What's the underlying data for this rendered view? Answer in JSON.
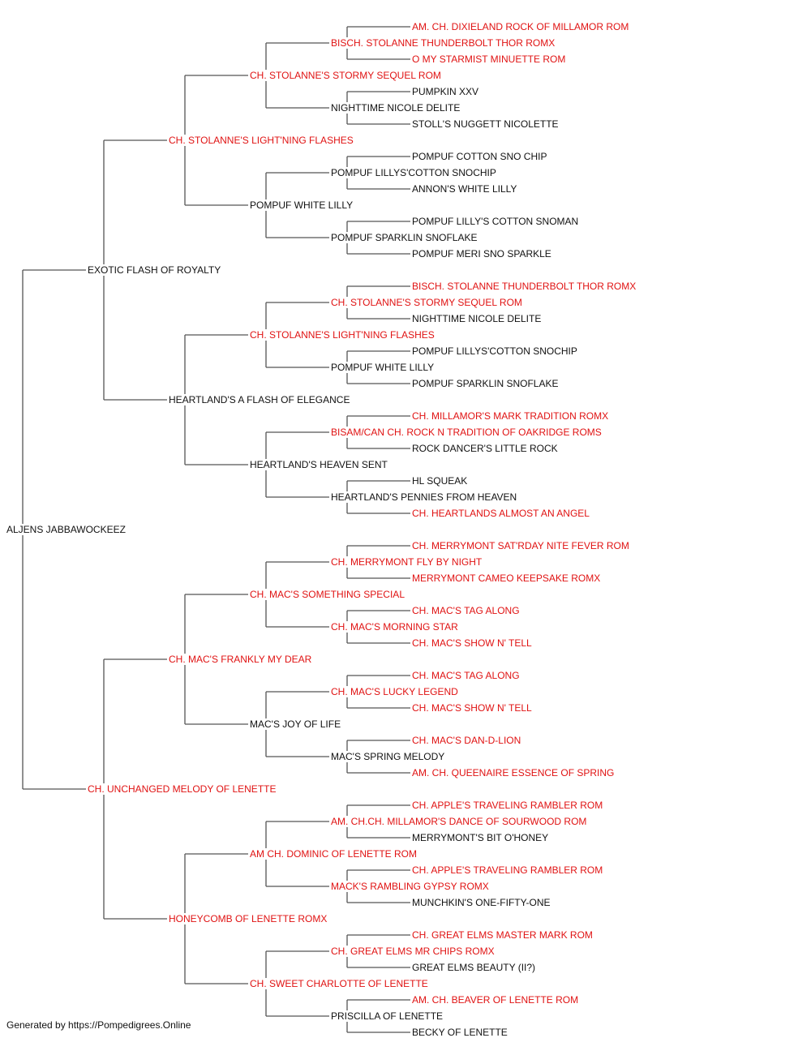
{
  "colors": {
    "champion": "#e01212",
    "normal": "#111111",
    "line": "#555555"
  },
  "pedigree": {
    "subject": {
      "name": "ALJENS JABBAWOCKEEZ",
      "champ": false
    },
    "generations": [
      [
        {
          "name": "EXOTIC FLASH OF ROYALTY",
          "champ": false
        },
        {
          "name": "CH. UNCHANGED MELODY OF LENETTE",
          "champ": true
        }
      ],
      [
        {
          "name": "CH. STOLANNE'S LIGHT'NING FLASHES",
          "champ": true
        },
        {
          "name": "HEARTLAND'S A FLASH OF ELEGANCE",
          "champ": false
        },
        {
          "name": "CH. MAC'S FRANKLY MY DEAR",
          "champ": true
        },
        {
          "name": "HONEYCOMB OF LENETTE ROMX",
          "champ": true
        }
      ],
      [
        {
          "name": "CH. STOLANNE'S STORMY SEQUEL ROM",
          "champ": true
        },
        {
          "name": "POMPUF WHITE LILLY",
          "champ": false
        },
        {
          "name": "CH. STOLANNE'S LIGHT'NING FLASHES",
          "champ": true
        },
        {
          "name": "HEARTLAND'S HEAVEN SENT",
          "champ": false
        },
        {
          "name": "CH. MAC'S SOMETHING SPECIAL",
          "champ": true
        },
        {
          "name": "MAC'S JOY OF LIFE",
          "champ": false
        },
        {
          "name": "AM CH. DOMINIC OF LENETTE ROM",
          "champ": true
        },
        {
          "name": "CH. SWEET CHARLOTTE OF LENETTE",
          "champ": true
        }
      ],
      [
        {
          "name": "BISCH. STOLANNE THUNDERBOLT THOR ROMX",
          "champ": true
        },
        {
          "name": "NIGHTTIME NICOLE DELITE",
          "champ": false
        },
        {
          "name": "POMPUF LILLYS'COTTON SNOCHIP",
          "champ": false
        },
        {
          "name": "POMPUF SPARKLIN SNOFLAKE",
          "champ": false
        },
        {
          "name": "CH. STOLANNE'S STORMY SEQUEL ROM",
          "champ": true
        },
        {
          "name": "POMPUF WHITE LILLY",
          "champ": false
        },
        {
          "name": "BISAM/CAN CH. ROCK N TRADITION OF OAKRIDGE ROMS",
          "champ": true
        },
        {
          "name": "HEARTLAND'S PENNIES FROM HEAVEN",
          "champ": false
        },
        {
          "name": "CH. MERRYMONT FLY BY NIGHT",
          "champ": true
        },
        {
          "name": "CH. MAC'S MORNING STAR",
          "champ": true
        },
        {
          "name": "CH. MAC'S LUCKY LEGEND",
          "champ": true
        },
        {
          "name": "MAC'S SPRING MELODY",
          "champ": false
        },
        {
          "name": "AM. CH.CH. MILLAMOR'S DANCE OF SOURWOOD ROM",
          "champ": true
        },
        {
          "name": "MACK'S RAMBLING GYPSY ROMX",
          "champ": true
        },
        {
          "name": "CH. GREAT ELMS MR CHIPS ROMX",
          "champ": true
        },
        {
          "name": "PRISCILLA OF LENETTE",
          "champ": false
        }
      ],
      [
        {
          "name": "AM. CH. DIXIELAND ROCK OF MILLAMOR ROM",
          "champ": true
        },
        {
          "name": "O MY STARMIST MINUETTE ROM",
          "champ": true
        },
        {
          "name": "PUMPKIN XXV",
          "champ": false
        },
        {
          "name": "STOLL'S NUGGETT NICOLETTE",
          "champ": false
        },
        {
          "name": "POMPUF COTTON SNO CHIP",
          "champ": false
        },
        {
          "name": "ANNON'S WHITE LILLY",
          "champ": false
        },
        {
          "name": "POMPUF LILLY'S COTTON SNOMAN",
          "champ": false
        },
        {
          "name": "POMPUF MERI SNO SPARKLE",
          "champ": false
        },
        {
          "name": "BISCH. STOLANNE THUNDERBOLT THOR ROMX",
          "champ": true
        },
        {
          "name": "NIGHTTIME NICOLE DELITE",
          "champ": false
        },
        {
          "name": "POMPUF LILLYS'COTTON SNOCHIP",
          "champ": false
        },
        {
          "name": "POMPUF SPARKLIN SNOFLAKE",
          "champ": false
        },
        {
          "name": "CH. MILLAMOR'S MARK TRADITION ROMX",
          "champ": true
        },
        {
          "name": "ROCK DANCER'S LITTLE ROCK",
          "champ": false
        },
        {
          "name": "HL SQUEAK",
          "champ": false
        },
        {
          "name": "CH. HEARTLANDS ALMOST AN ANGEL",
          "champ": true
        },
        {
          "name": "CH. MERRYMONT SAT'RDAY NITE FEVER ROM",
          "champ": true
        },
        {
          "name": "MERRYMONT CAMEO KEEPSAKE ROMX",
          "champ": true
        },
        {
          "name": "CH. MAC'S TAG ALONG",
          "champ": true
        },
        {
          "name": "CH. MAC'S SHOW N' TELL",
          "champ": true
        },
        {
          "name": "CH. MAC'S TAG ALONG",
          "champ": true
        },
        {
          "name": "CH. MAC'S SHOW N' TELL",
          "champ": true
        },
        {
          "name": "CH. MAC'S DAN-D-LION",
          "champ": true
        },
        {
          "name": "AM. CH. QUEENAIRE ESSENCE OF SPRING",
          "champ": true
        },
        {
          "name": "CH. APPLE'S TRAVELING RAMBLER ROM",
          "champ": true
        },
        {
          "name": "MERRYMONT'S BIT O'HONEY",
          "champ": false
        },
        {
          "name": "CH. APPLE'S TRAVELING RAMBLER ROM",
          "champ": true
        },
        {
          "name": "MUNCHKIN'S ONE-FIFTY-ONE",
          "champ": false
        },
        {
          "name": "CH. GREAT ELMS MASTER MARK ROM",
          "champ": true
        },
        {
          "name": "GREAT ELMS BEAUTY (II?)",
          "champ": false
        },
        {
          "name": "AM. CH. BEAVER OF LENETTE ROM",
          "champ": true
        },
        {
          "name": "BECKY OF LENETTE",
          "champ": false
        }
      ]
    ]
  },
  "footer": "Generated by https://Pompedigrees.Online"
}
